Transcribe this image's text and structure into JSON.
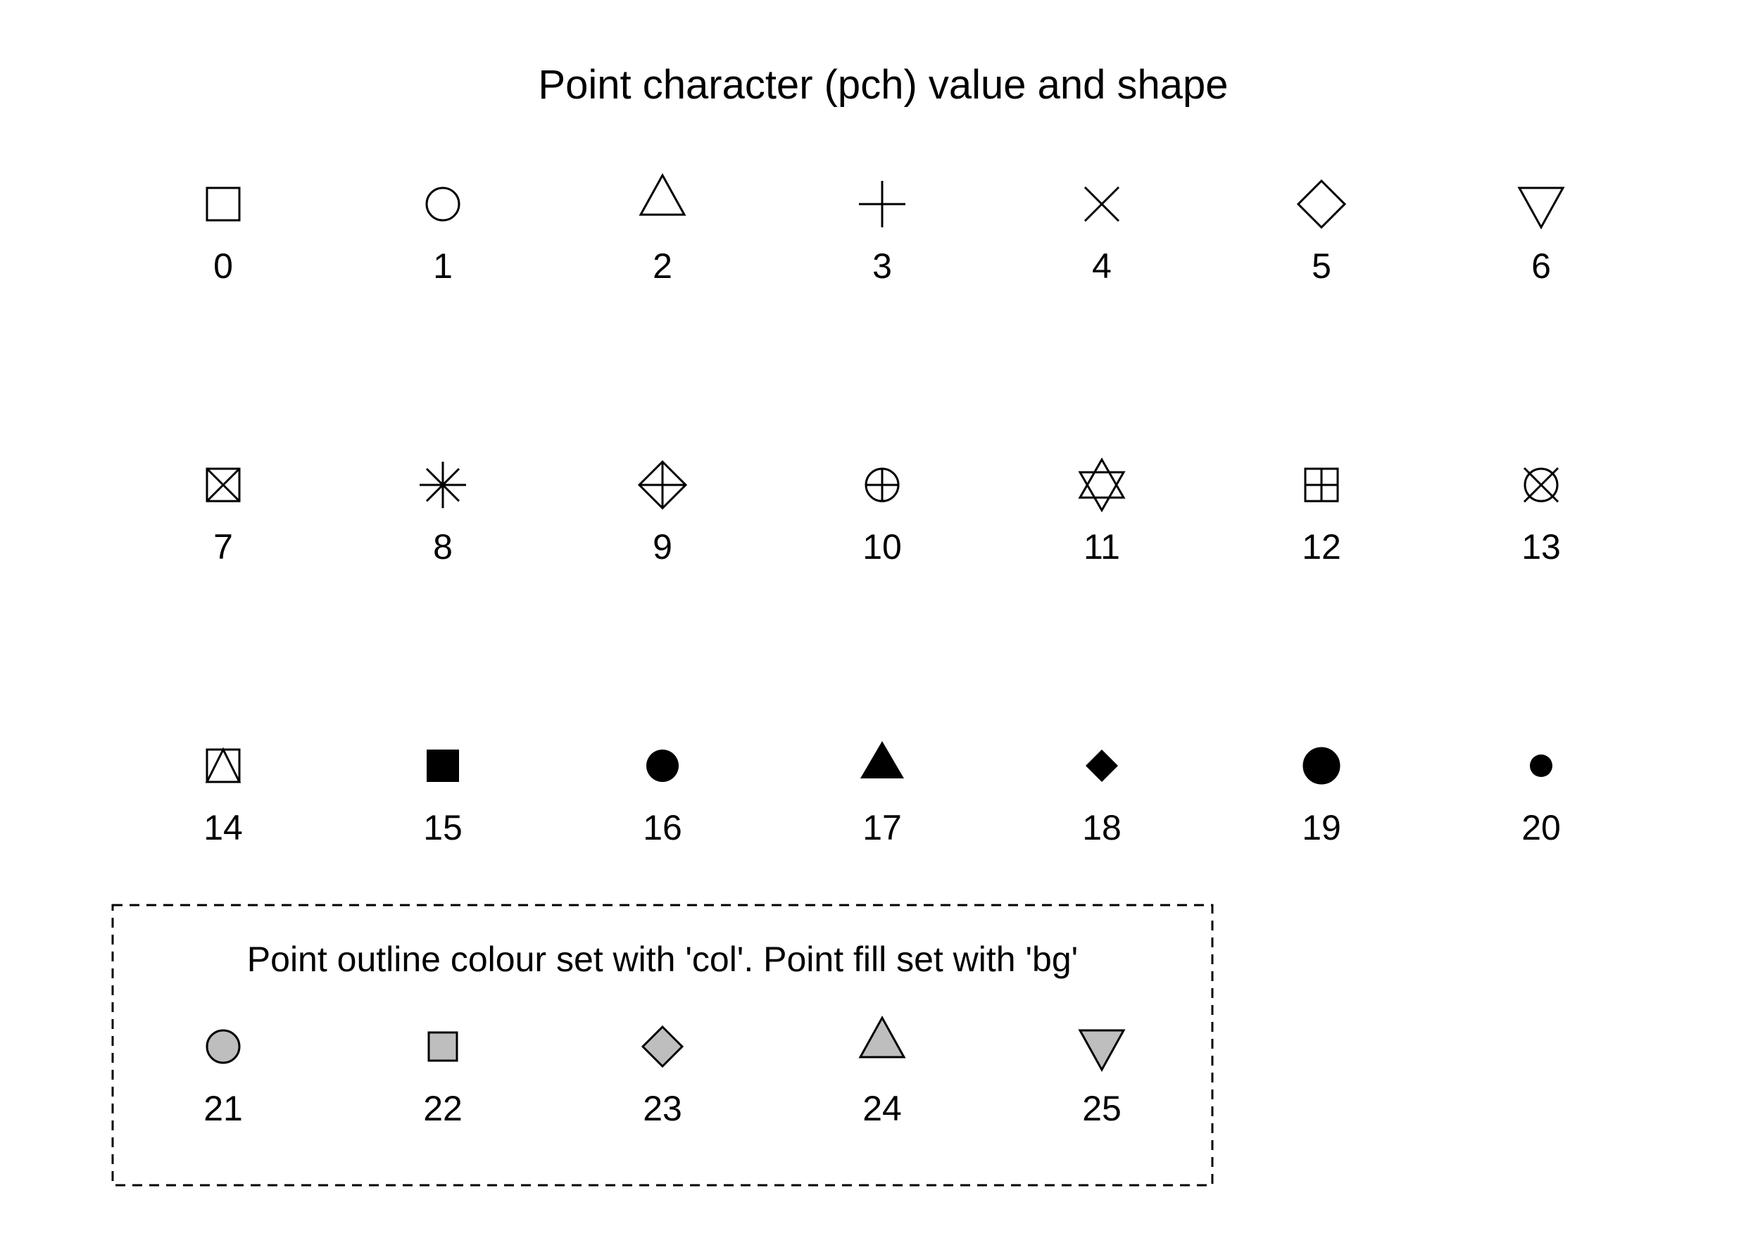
{
  "title": "Point character (pch) value and shape",
  "box_caption": "Point outline colour set with 'col'. Point fill set with 'bg'",
  "colors": {
    "outline": "#000000",
    "fill": "#bebebe",
    "background": "#ffffff"
  },
  "symbols": [
    {
      "label": "0",
      "shape": "open-square-icon"
    },
    {
      "label": "1",
      "shape": "open-circle-icon"
    },
    {
      "label": "2",
      "shape": "open-triangle-up-icon"
    },
    {
      "label": "3",
      "shape": "plus-icon"
    },
    {
      "label": "4",
      "shape": "cross-icon"
    },
    {
      "label": "5",
      "shape": "open-diamond-icon"
    },
    {
      "label": "6",
      "shape": "open-triangle-down-icon"
    },
    {
      "label": "7",
      "shape": "square-cross-icon"
    },
    {
      "label": "8",
      "shape": "asterisk-icon"
    },
    {
      "label": "9",
      "shape": "diamond-plus-icon"
    },
    {
      "label": "10",
      "shape": "circle-plus-icon"
    },
    {
      "label": "11",
      "shape": "star-of-david-icon"
    },
    {
      "label": "12",
      "shape": "square-plus-icon"
    },
    {
      "label": "13",
      "shape": "circle-cross-icon"
    },
    {
      "label": "14",
      "shape": "square-triangle-icon"
    },
    {
      "label": "15",
      "shape": "filled-square-icon"
    },
    {
      "label": "16",
      "shape": "filled-circle-icon"
    },
    {
      "label": "17",
      "shape": "filled-triangle-icon"
    },
    {
      "label": "18",
      "shape": "filled-diamond-small-icon"
    },
    {
      "label": "19",
      "shape": "filled-circle-large-icon"
    },
    {
      "label": "20",
      "shape": "filled-circle-small-icon"
    },
    {
      "label": "21",
      "shape": "fill-circle-icon"
    },
    {
      "label": "22",
      "shape": "fill-square-icon"
    },
    {
      "label": "23",
      "shape": "fill-diamond-icon"
    },
    {
      "label": "24",
      "shape": "fill-triangle-up-icon"
    },
    {
      "label": "25",
      "shape": "fill-triangle-down-icon"
    }
  ]
}
